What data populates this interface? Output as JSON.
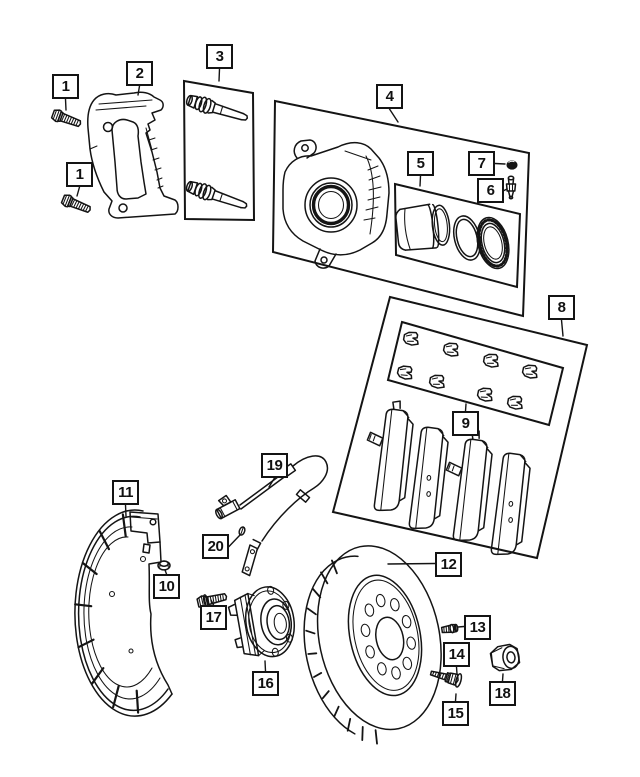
{
  "diagram": {
    "background_color": "#ffffff",
    "line_color": "#141414",
    "callout_border_color": "#141414"
  },
  "callouts": {
    "c1a": "1",
    "c1b": "1",
    "c2": "2",
    "c3": "3",
    "c4": "4",
    "c5": "5",
    "c6": "6",
    "c7": "7",
    "c8": "8",
    "c9": "9",
    "c10": "10",
    "c11": "11",
    "c12": "12",
    "c13": "13",
    "c14": "14",
    "c15": "15",
    "c16": "16",
    "c17": "17",
    "c18": "18",
    "c19": "19",
    "c20": "20"
  }
}
